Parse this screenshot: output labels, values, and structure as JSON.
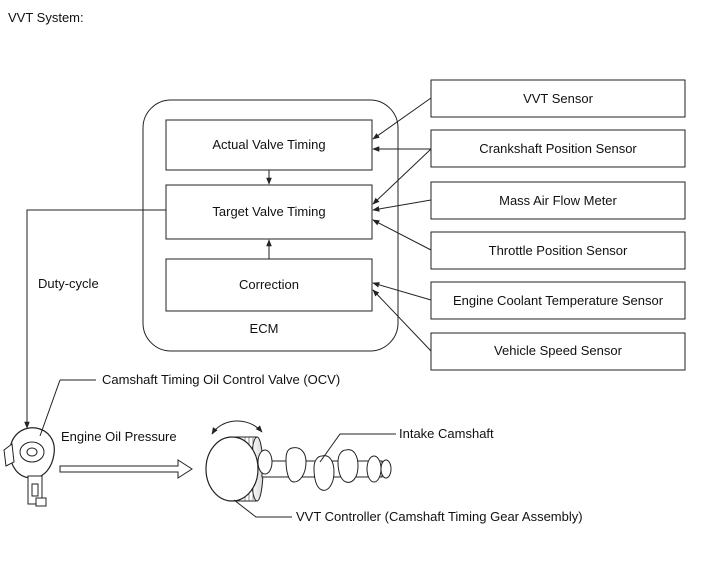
{
  "title": "VVT System:",
  "ecm": {
    "label": "ECM",
    "actual": "Actual Valve Timing",
    "target": "Target Valve Timing",
    "correction": "Correction"
  },
  "sensors": [
    "VVT Sensor",
    "Crankshaft Position Sensor",
    "Mass Air Flow Meter",
    "Throttle Position Sensor",
    "Engine Coolant Temperature Sensor",
    "Vehicle Speed Sensor"
  ],
  "labels": {
    "duty_cycle": "Duty-cycle",
    "ocv": "Camshaft Timing Oil Control Valve (OCV)",
    "oil_pressure": "Engine Oil Pressure",
    "intake_camshaft": "Intake Camshaft",
    "vvt_controller": "VVT Controller (Camshaft Timing Gear Assembly)"
  }
}
